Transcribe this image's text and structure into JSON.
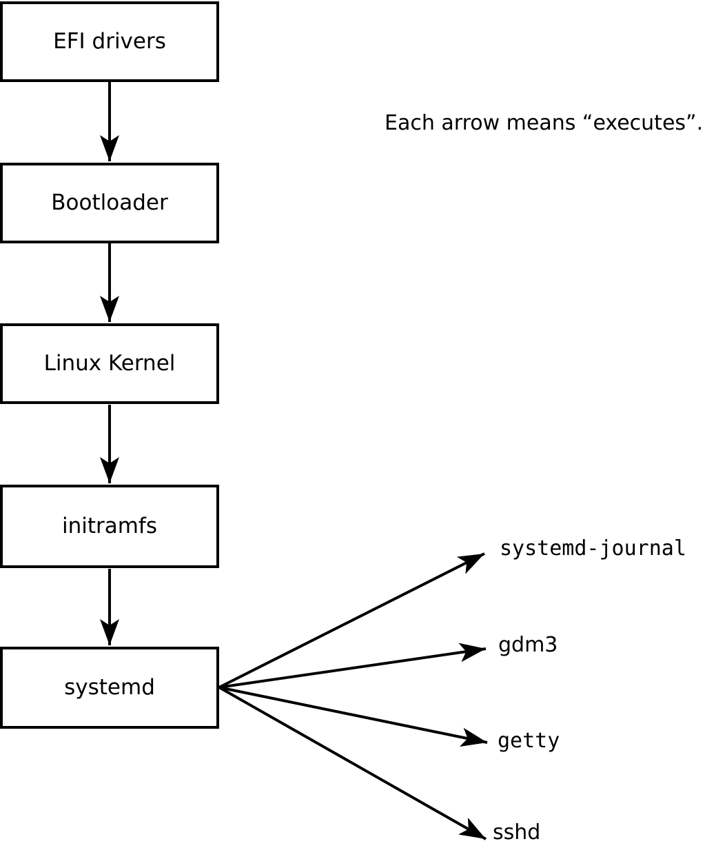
{
  "diagram": {
    "caption": "Each arrow means “executes”.",
    "colors": {
      "line": "#000000",
      "box_border": "#000000",
      "box_fill": "#ffffff",
      "background": "#ffffff",
      "text": "#000000"
    },
    "chain": [
      {
        "label": "EFI drivers"
      },
      {
        "label": "Bootloader"
      },
      {
        "label": "Linux Kernel"
      },
      {
        "label": "initramfs"
      },
      {
        "label": "systemd"
      }
    ],
    "spawned": [
      {
        "label": "systemd-journal"
      },
      {
        "label": "gdm3"
      },
      {
        "label": "getty"
      },
      {
        "label": "sshd"
      }
    ]
  }
}
